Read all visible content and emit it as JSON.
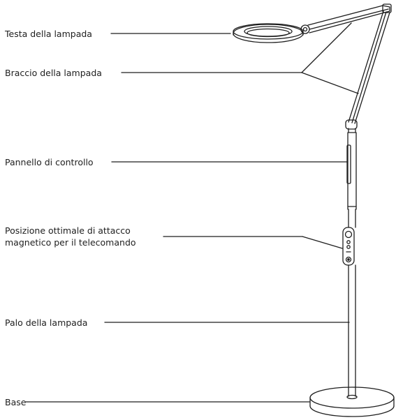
{
  "labels": {
    "head": "Testa della lampada",
    "arm": "Braccio della lampada",
    "control_panel": "Pannello di controllo",
    "remote_line1": "Posizione ottimale di attacco",
    "remote_line2": "magnetico per il telecomando",
    "pole": "Palo della lampada",
    "base": "Base"
  },
  "colors": {
    "ink": "#1e1e1e",
    "paper": "#ffffff"
  }
}
